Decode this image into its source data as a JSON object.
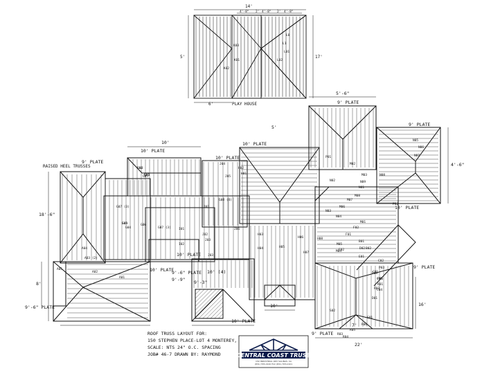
{
  "playhouse": {
    "top_dims": [
      "14'",
      "4'-8\"",
      "2'",
      "4'-8\"",
      "2'",
      "4'-8\""
    ],
    "side_dim_left": "5'",
    "side_dim_right": "17'",
    "bottom_dim": "6'",
    "caption": "PLAY HOUSE",
    "labels": [
      "K03",
      "K01",
      "L1",
      "L01",
      "L02",
      "L0",
      "K02"
    ]
  },
  "main_plan": {
    "plate_labels": [
      "9' PLATE",
      "10' PLATE",
      "10' PLATE",
      "10' PLATE",
      "9' PLATE",
      "9' PLATE",
      "10' PLATE",
      "9'-6\" PLATE",
      "10' PLATE",
      "9' PLATE",
      "10' PLATE",
      "10' PLATE",
      "9'-6\" PLATE",
      "9' PLATE"
    ],
    "raised_heel": "RAISED HEEL TRUSSES",
    "truss_labels": [
      "G01",
      "G02",
      "G03",
      "G04",
      "G05",
      "G06",
      "G07 (3)",
      "G07 (3)",
      "G08 (4)",
      "I01",
      "I02",
      "J01",
      "J02",
      "J03",
      "J03",
      "J04",
      "J05",
      "J06",
      "H01",
      "H02",
      "H03",
      "H04",
      "H05",
      "H06",
      "H07",
      "H08",
      "A01",
      "A02",
      "A03 (2)",
      "A04",
      "A05",
      "B01",
      "B02",
      "C01",
      "C02",
      "C03",
      "C04",
      "D01",
      "D02",
      "E01",
      "E02",
      "F01",
      "F02",
      "M01",
      "M02",
      "M03",
      "M04",
      "M05",
      "M06",
      "M07",
      "M08",
      "N01",
      "N02",
      "N03",
      "N04",
      "N05",
      "N06",
      "N07",
      "N08",
      "N09",
      "P01",
      "P02",
      "P03",
      "P04",
      "P05",
      "R01",
      "R02",
      "R03",
      "R04",
      "R05",
      "R06",
      "S01",
      "S02",
      "S03",
      "S04",
      "S05"
    ],
    "dims": [
      "18'-6\"",
      "9'-9\"",
      "9'-3\"",
      "10'",
      "10' (4)",
      "5'",
      "4'-6\"",
      "5'-6\"",
      "16'",
      "10'",
      "7'",
      "22'",
      "8'"
    ]
  },
  "title_block": {
    "line1": "ROOF TRUSS LAYOUT FOR:",
    "line2": "150 STEPHEN PLACE-LOT 4   MONTEREY, CA",
    "line3": "SCALE: NTS   24\" O.C. SPACING",
    "line4": "JOB# 46-7   DRAWN BY: RAYMOND"
  },
  "logo": {
    "name": "CENTRAL COAST TRUSS",
    "address_lines": [
      "150 INDUSTRIAL WAY   SALINAS, CA",
      "(831) 555-0100   FAX (831) 555-0101"
    ]
  }
}
